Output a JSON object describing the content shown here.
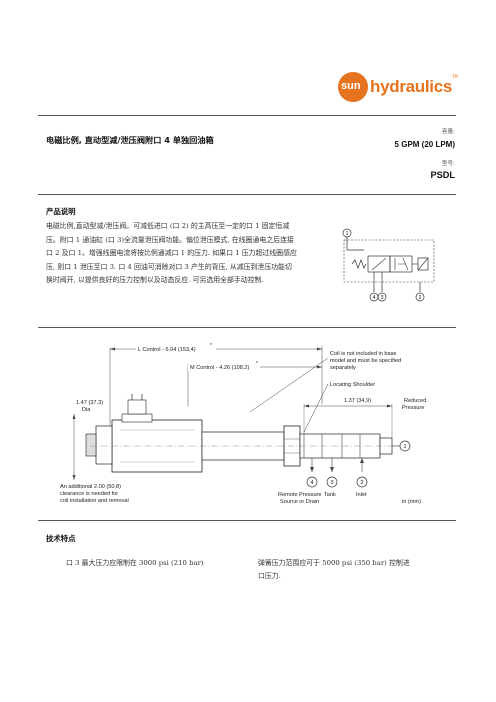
{
  "header": {
    "logo_sun": "sun",
    "logo_word": "hydraulics",
    "logo_tm": "TM"
  },
  "product": {
    "title": "电磁比例, 直动型减/泄压阀附口 4 单独回油箱",
    "capacity_label": "容量:",
    "capacity_value": "5 GPM (20 LPM)",
    "model_label": "型号:",
    "model_value": "PSDL"
  },
  "description": {
    "heading": "产品说明",
    "lines": [
      "电磁比例,直动型减/泄压阀。可减低进口 (口 2) 的主高压至一定的口 1 固定恒减",
      "压。附口 1 通油缸 (口 3)全流量泄压阀功能。偏位泄压模式, 在线圈通电之后连接",
      "口 2 及口 1。增强线圈电流将按比例通减口 1 的压力. 如果口 1 压力超过线圈感应",
      "压, 则口 1 泄压至口 3. 口 4 回油可消除对口 3 产生的背压, 从减压到泄压功能切",
      "换时阀开, 以提供良好的压力控制以及动态反应. 可另选用全部手动控制."
    ]
  },
  "symbol": {
    "port_top": "1",
    "port_bottom_left_a": "4",
    "port_bottom_left_b": "3",
    "port_bottom_right": "2"
  },
  "drawing": {
    "l_control": "L Control - 6.04 (153,4)",
    "m_control": "M Control - 4.26 (108,2)",
    "coil_note_1": "Coil is not included in base",
    "coil_note_2": "model and must be specified",
    "coil_note_3": "separately",
    "dia_value": "1.47 (37,3)",
    "dia_label": "Dia",
    "locating_shoulder": "Locating Shoulder",
    "dim_137": "1.37 (34,9)",
    "reduced": "Reduced",
    "pressure": "Pressure",
    "port_1": "1",
    "port_4": "4",
    "port_3": "3",
    "port_2": "2",
    "remote_pressure": "Remote Pressure",
    "source_or_drain": "Source or Drain",
    "tank": "Tank",
    "inlet": "Inlet",
    "units": "in (mm)",
    "note_marker": "*",
    "footnote_1": "An additional 2.00 (50,8)",
    "footnote_2": "clearance is needed for",
    "footnote_3": "coil installation and removal"
  },
  "features": {
    "heading": "技术特点",
    "item1": "口 3 最大压力应限制在 3000 psi (210 bar)",
    "item2_line1": "弹簧压力范围应可于 5000 psi (350 bar) 控制进",
    "item2_line2": "口压力."
  },
  "colors": {
    "brand_orange": "#e6731e",
    "text": "#1a1a1a",
    "rule": "#555555"
  }
}
